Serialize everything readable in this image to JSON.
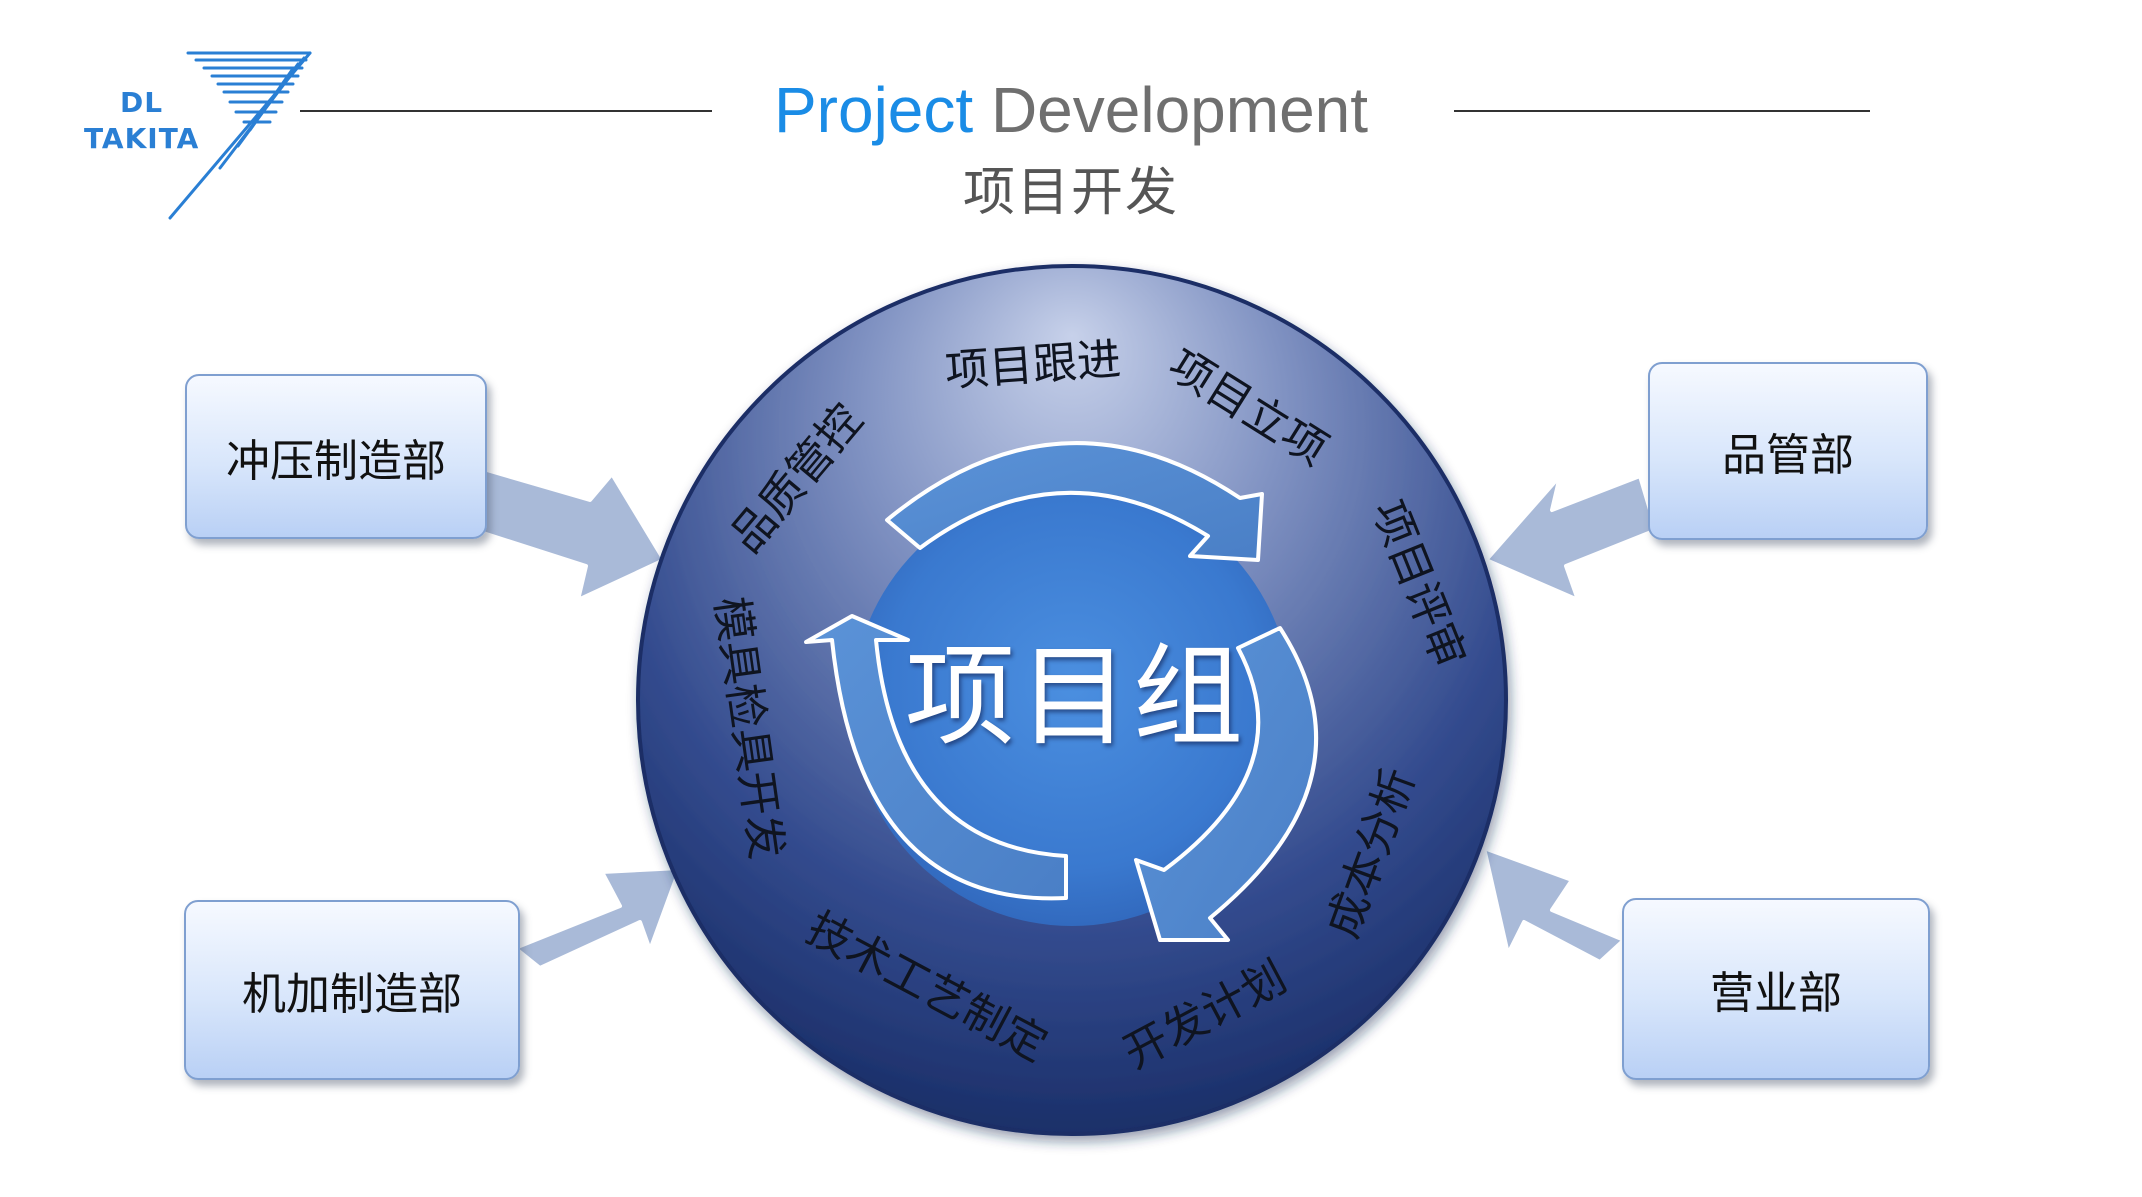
{
  "logo": {
    "line1": "DL",
    "line2": "TAKITA",
    "color": "#2a7fd4"
  },
  "header": {
    "title_word1": "Project",
    "title_word2": "Development",
    "subtitle": "项目开发",
    "title_color_1": "#1a8ce6",
    "title_color_2": "#6f6f6f"
  },
  "departments": {
    "stamping": "冲压制造部",
    "machining": "机加制造部",
    "quality": "品管部",
    "sales": "营业部"
  },
  "center": {
    "label": "项目组"
  },
  "ring_stages": [
    "项目跟进",
    "项目立项",
    "项目评审",
    "成本分析",
    "开发计划",
    "技术工艺制定",
    "模具检具开发",
    "品质管控"
  ],
  "colors": {
    "outer_disc_light": "#c3cde6",
    "outer_disc_dark": "#1f3675",
    "inner_circle": "#3d7fd3",
    "cycle_arrow": "#5d8fd0",
    "input_arrow": "#a9bad8",
    "box_border": "#7f9fd0"
  }
}
